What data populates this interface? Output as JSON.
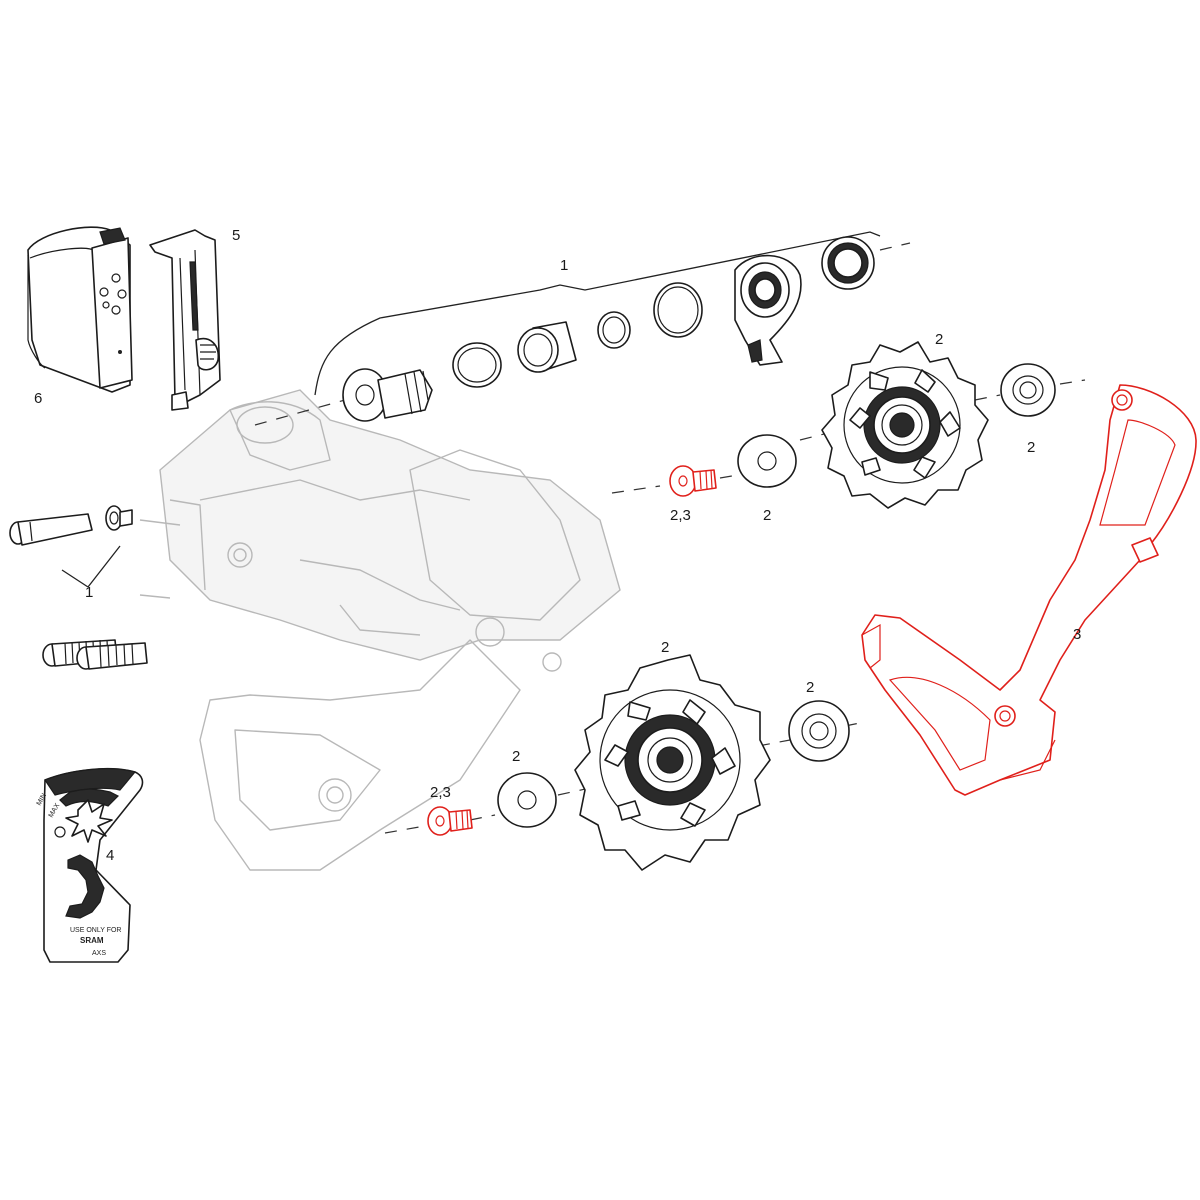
{
  "callouts": {
    "c1_top": "1",
    "c1_left": "1",
    "c2_upper_pulley": "2",
    "c2_upper_washer_right": "2",
    "c2_upper_washer_left": "2",
    "c23_upper_bolt": "2,3",
    "c2_lower_pulley": "2",
    "c2_lower_washer_right": "2",
    "c2_lower_washer_left": "2",
    "c23_lower_bolt": "2,3",
    "c3_cage": "3",
    "c4_tool": "4",
    "c5_cover": "5",
    "c6_battery": "6"
  },
  "tool_text": {
    "min": "MIN",
    "max": "MAX",
    "use_only": "USE ONLY FOR",
    "brand": "SRAM",
    "model": "AXS"
  },
  "colors": {
    "highlight": "#e0201b",
    "line": "#1c1c1c",
    "ghost": "#b8b8b8"
  }
}
